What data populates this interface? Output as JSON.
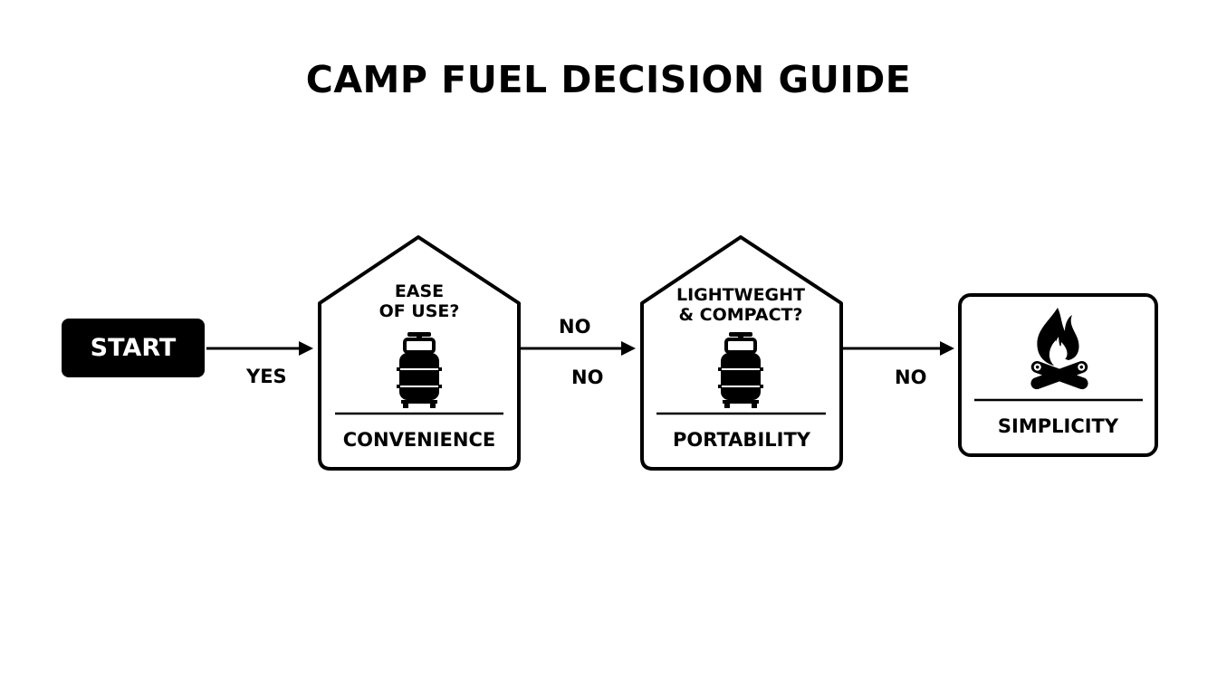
{
  "title": "CAMP FUEL DECISION GUIDE",
  "start": {
    "label": "START"
  },
  "edges": [
    {
      "label": "YES"
    },
    {
      "label": "NO"
    },
    {
      "label": "NO"
    },
    {
      "label": "NO"
    }
  ],
  "nodes": [
    {
      "question_line1": "EASE",
      "question_line2": "OF USE?",
      "category": "CONVENIENCE",
      "icon": "propane-tank-icon"
    },
    {
      "question_line1": "LIGHTWEGHT",
      "question_line2": "& COMPACT?",
      "category": "PORTABILITY",
      "icon": "propane-tank-icon"
    },
    {
      "category": "SIMPLICITY",
      "icon": "campfire-icon"
    }
  ]
}
